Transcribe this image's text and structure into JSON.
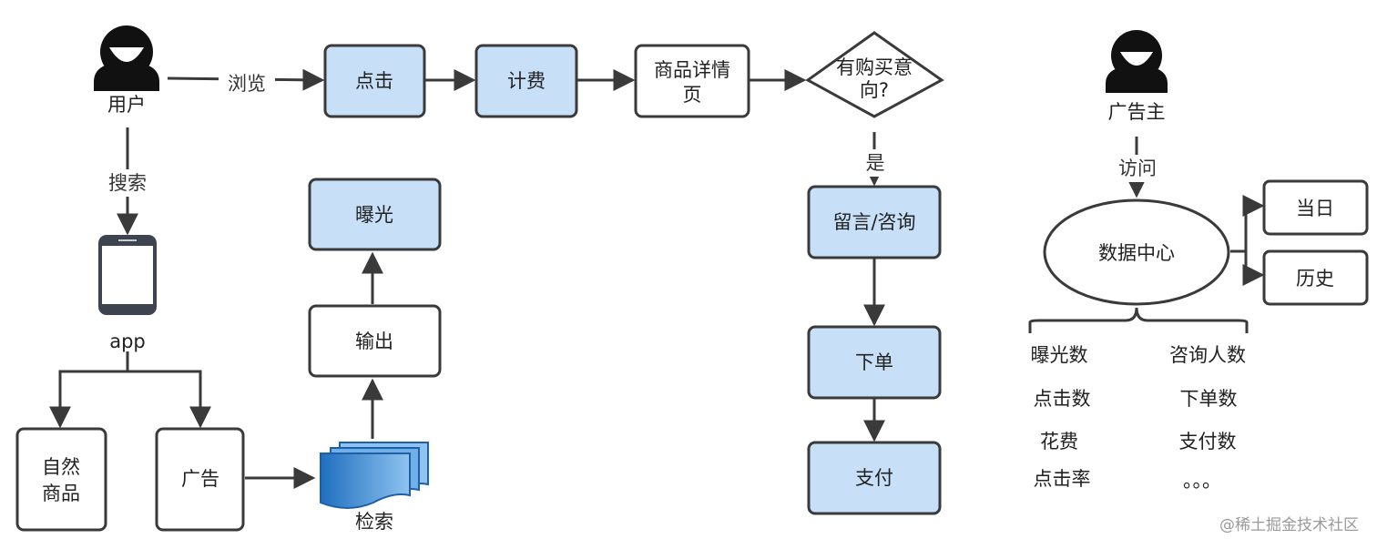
{
  "colors": {
    "highlight_fill": "#c7e0f8",
    "plain_fill": "#ffffff",
    "stroke": "#3a3a3a",
    "doc_fill": "#3c8ad0"
  },
  "icons": [
    "user-icon",
    "smartphone-icon",
    "document-stack-icon",
    "advertiser-icon"
  ],
  "nodes": {
    "user": "用户",
    "click": "点击",
    "billing": "计费",
    "product_detail": [
      "商品详情",
      "页"
    ],
    "intent": [
      "有购买意",
      "向?"
    ],
    "app": "app",
    "natural_goods": [
      "自然",
      "商品"
    ],
    "ad": "广告",
    "search_result": "检索",
    "output": "输出",
    "exposure": "曝光",
    "consult": "留言/咨询",
    "order": "下单",
    "pay": "支付",
    "advertiser": "广告主",
    "data_center": "数据中心",
    "today": "当日",
    "history": "历史"
  },
  "edges": {
    "browse": "浏览",
    "search": "搜索",
    "yes": "是",
    "visit": "访问"
  },
  "metrics": [
    [
      "曝光数",
      "咨询人数"
    ],
    [
      "点击数",
      "下单数"
    ],
    [
      "花费",
      "支付数"
    ],
    [
      "点击率",
      "。。。"
    ]
  ],
  "watermark": "@稀土掘金技术社区"
}
